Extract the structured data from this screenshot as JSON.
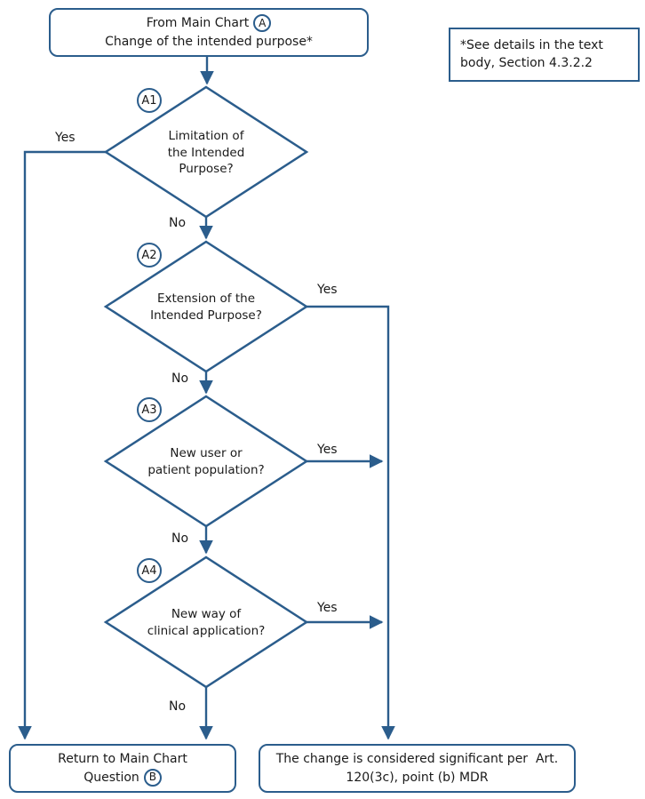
{
  "colors": {
    "accent": "#2b5d8c",
    "text": "#1a1a1a",
    "background": "#ffffff"
  },
  "nodes": {
    "start": {
      "line1": "From Main Chart",
      "badge": "A",
      "line2": "Change of the intended purpose*"
    },
    "note": {
      "text": "*See details in the text body, Section 4.3.2.2"
    },
    "a1": {
      "badge": "A1",
      "text": "Limitation of\nthe Intended\nPurpose?"
    },
    "a2": {
      "badge": "A2",
      "text": "Extension of the\nIntended Purpose?"
    },
    "a3": {
      "badge": "A3",
      "text": "New user or\npatient population?"
    },
    "a4": {
      "badge": "A4",
      "text": "New way of\nclinical application?"
    },
    "return": {
      "line1": "Return to Main Chart",
      "line2": "Question",
      "badge": "B"
    },
    "significant": {
      "text": "The change is considered significant per  Art.\n120(3c), point (b) MDR"
    }
  },
  "labels": {
    "a1_yes": "Yes",
    "a1_no": "No",
    "a2_yes": "Yes",
    "a2_no": "No",
    "a3_yes": "Yes",
    "a3_no": "No",
    "a4_yes": "Yes",
    "a4_no": "No"
  }
}
